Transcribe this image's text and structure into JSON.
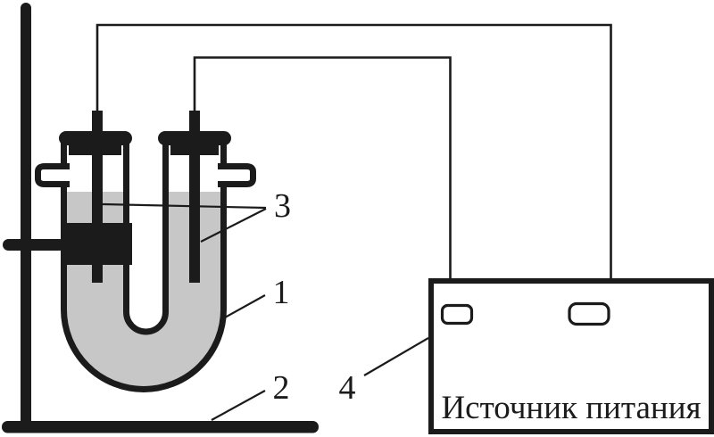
{
  "figure": {
    "title": ""
  },
  "colors": {
    "ink": "#1b1b1b",
    "liquid": "#c7c7c7",
    "background": "#ffffff"
  },
  "callouts": {
    "tube": {
      "text": "1"
    },
    "base": {
      "text": "2"
    },
    "electrodes": {
      "text": "3"
    },
    "powersupply": {
      "text": "4"
    }
  },
  "power_supply": {
    "label": "Источник питания"
  }
}
